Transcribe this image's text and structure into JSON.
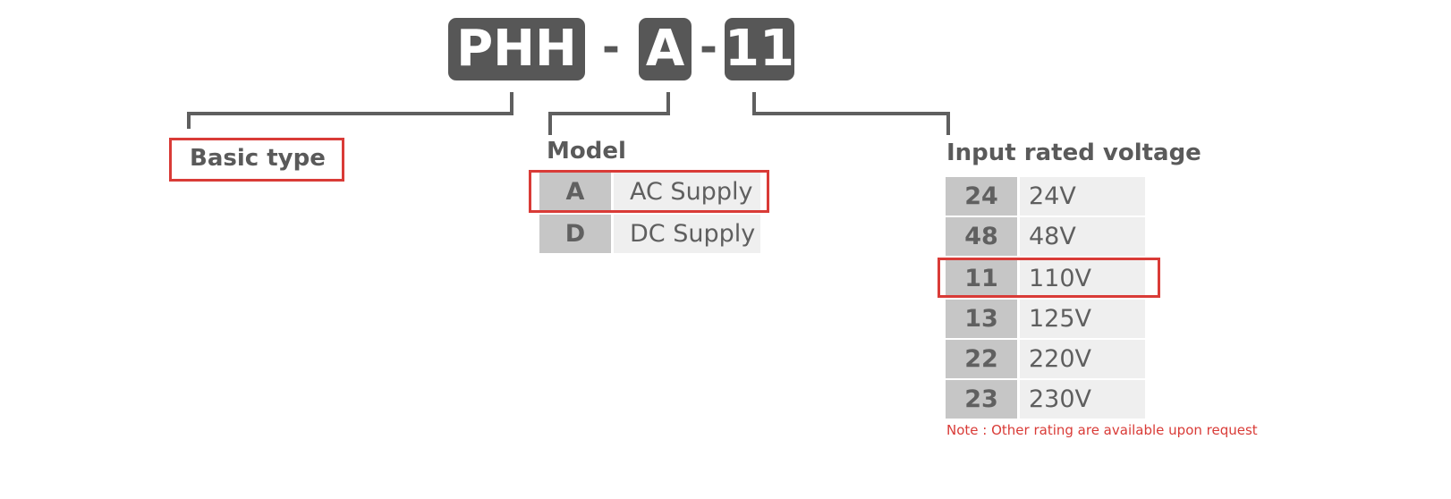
{
  "part_code": {
    "basic": "PHH",
    "separator": "-",
    "model": "A",
    "voltage": "11"
  },
  "basic_type": {
    "label": "Basic type"
  },
  "model_section": {
    "title": "Model",
    "rows": [
      {
        "code": "A",
        "desc": "AC Supply"
      },
      {
        "code": "D",
        "desc": "DC Supply"
      }
    ]
  },
  "voltage_section": {
    "title": "Input rated voltage",
    "rows": [
      {
        "code": "24",
        "desc": "24V"
      },
      {
        "code": "48",
        "desc": "48V"
      },
      {
        "code": "11",
        "desc": "110V"
      },
      {
        "code": "13",
        "desc": "125V"
      },
      {
        "code": "22",
        "desc": "220V"
      },
      {
        "code": "23",
        "desc": "230V"
      }
    ],
    "note": "Note : Other rating are available upon request"
  },
  "colors": {
    "highlight": "#d93b37",
    "code_box": "#575757",
    "code_cell": "#c6c6c6",
    "desc_cell": "#efefef"
  }
}
